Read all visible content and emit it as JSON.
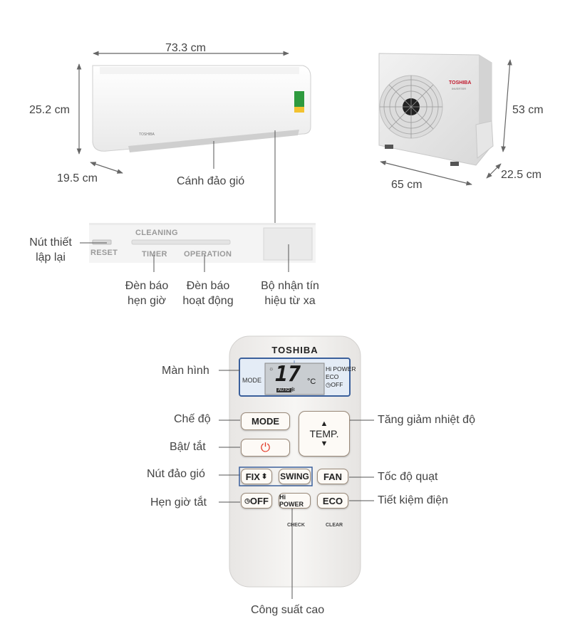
{
  "dimensions": {
    "indoor_width": "73.3 cm",
    "indoor_height": "25.2 cm",
    "indoor_depth": "19.5 cm",
    "outdoor_height": "53 cm",
    "outdoor_width": "65 cm",
    "outdoor_depth": "22.5 cm"
  },
  "indoor_labels": {
    "louver": "Cánh đảo gió",
    "reset_line1": "Nút thiết",
    "reset_line2": "lập lại",
    "timer_line1": "Đèn báo",
    "timer_line2": "hẹn giờ",
    "operation_line1": "Đèn báo",
    "operation_line2": "hoạt động",
    "receiver_line1": "Bộ nhận tín",
    "receiver_line2": "hiệu từ xa"
  },
  "panel": {
    "cleaning": "CLEANING",
    "reset": "RESET",
    "timer": "TIMER",
    "operation": "OPERATION"
  },
  "unit_branding": {
    "indoor_brand": "TOSHIBA",
    "outdoor_brand": "TOSHIBA",
    "outdoor_sub": "INVERTER"
  },
  "remote": {
    "brand": "TOSHIBA",
    "display": {
      "mode": "MODE",
      "temp": "17",
      "unit": "°C",
      "auto": "AUTO",
      "hipower": "Hi POWER",
      "eco": "ECO",
      "off": "OFF"
    },
    "buttons": {
      "mode": "MODE",
      "temp": "TEMP.",
      "fix": "FIX",
      "swing": "SWING",
      "fan": "FAN",
      "off": "OFF",
      "hipower": "Hi POWER",
      "eco": "ECO",
      "check": "CHECK",
      "clear": "CLEAR"
    }
  },
  "remote_labels": {
    "screen": "Màn hình",
    "mode": "Chế độ",
    "power": "Bật/ tắt",
    "swing": "Nút đảo gió",
    "off_timer": "Hẹn giờ tắt",
    "temp": "Tăng giảm nhiệt độ",
    "fan": "Tốc độ quạt",
    "eco": "Tiết kiệm điện",
    "hipower": "Công suất cao"
  }
}
